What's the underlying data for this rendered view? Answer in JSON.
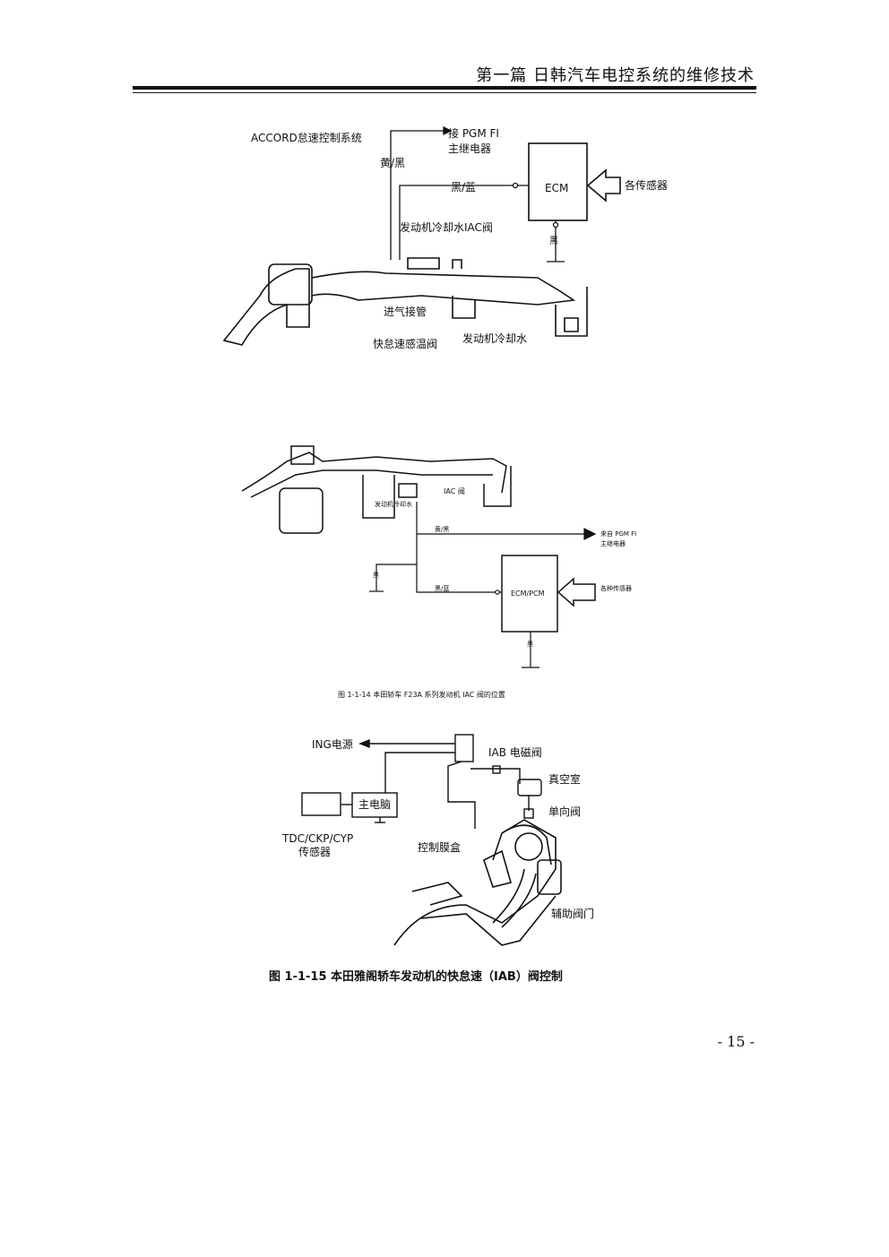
{
  "header": {
    "title": "第一篇   日韩汽车电控系统的维修技术"
  },
  "figure1": {
    "system_title": "ACCORD怠速控制系统",
    "relay_line1": "接 PGM  FI",
    "relay_line2": "主继电器",
    "wire_yellow_black": "黄/黑",
    "wire_black_blue": "黑/蓝",
    "ecm": "ECM",
    "sensors": "各传感器",
    "ground_black": "黑",
    "iac_valve": "发动机冷却水IAC阀",
    "intake_pipe": "进气接管",
    "coolant": "发动机冷却水",
    "fast_idle_valve": "快怠速感温阀"
  },
  "figure2": {
    "iac": "IAC 阀",
    "coolant_small": "发动机冷却水",
    "from_pgm_line1": "来自 PGM  FI",
    "from_pgm_line2": "主继电器",
    "wire_yellow_black": "黄/黑",
    "ground_black": "黑",
    "wire_black_blue": "黑/蓝",
    "ecm_pcm": "ECM/PCM",
    "sensors": "各种传感器",
    "ground_black2": "黑",
    "caption": "图 1-1-14   本田轿车 F23A 系列发动机 IAC 阀的位置"
  },
  "figure3": {
    "ing_power": "ING电源",
    "iab_valve": "IAB 电磁阀",
    "vacuum": "真空室",
    "main_computer": "主电脑",
    "check_valve": "单向阀",
    "tdc_sensor_line1": "TDC/CKP/CYP",
    "tdc_sensor_line2": "传感器",
    "diaphragm": "控制膜盒",
    "aux_valve": "辅助阀门",
    "caption": "图 1-1-15   本田雅阁轿车发动机的快怠速（IAB）阀控制"
  },
  "footer": {
    "page_number": "- 15 -"
  }
}
